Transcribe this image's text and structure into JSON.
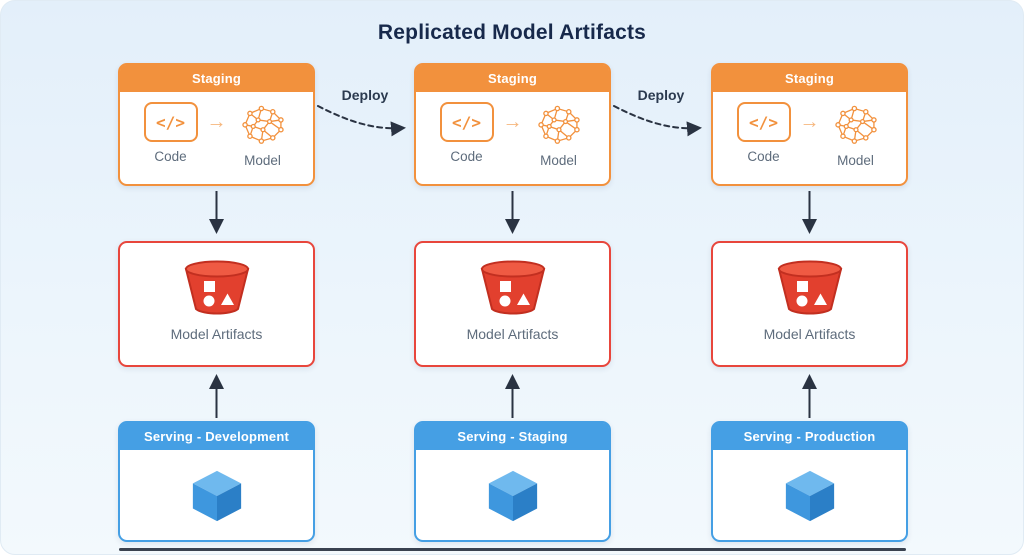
{
  "title": "Replicated Model Artifacts",
  "deploy_label": "Deploy",
  "glyphs": {
    "code": "</>",
    "arrow": "→"
  },
  "columns": [
    {
      "staging": {
        "header": "Staging",
        "code_label": "Code",
        "model_label": "Model"
      },
      "artifacts": {
        "label": "Model Artifacts"
      },
      "serving": {
        "header": "Serving - Development"
      }
    },
    {
      "staging": {
        "header": "Staging",
        "code_label": "Code",
        "model_label": "Model"
      },
      "artifacts": {
        "label": "Model Artifacts"
      },
      "serving": {
        "header": "Serving - Staging"
      }
    },
    {
      "staging": {
        "header": "Staging",
        "code_label": "Code",
        "model_label": "Model"
      },
      "artifacts": {
        "label": "Model Artifacts"
      },
      "serving": {
        "header": "Serving - Production"
      }
    }
  ],
  "colors": {
    "orange": "#F2913D",
    "red": "#E8463C",
    "blue": "#459FE4",
    "arrow": "#2A3342"
  }
}
